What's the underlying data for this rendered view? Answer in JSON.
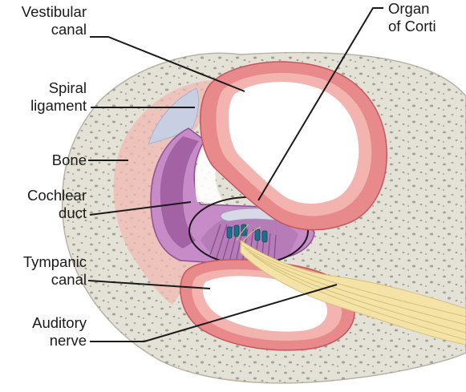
{
  "labels": {
    "vestibular_canal": [
      "Vestibular",
      "canal"
    ],
    "spiral_ligament": [
      "Spiral",
      "ligament"
    ],
    "bone": [
      "Bone"
    ],
    "cochlear_duct": [
      "Cochlear",
      "duct"
    ],
    "tympanic_canal": [
      "Tympanic",
      "canal"
    ],
    "auditory_nerve": [
      "Auditory",
      "nerve"
    ],
    "organ_of_corti": [
      "Organ",
      "of Corti"
    ]
  },
  "colors": {
    "bone": "#e4e2d6",
    "bone_pore": "#8f8b7f",
    "canal_wall": "#e88a8c",
    "canal_wall_inner": "#f3b4b0",
    "canal_space": "#ffffff",
    "cochlear_duct": "#c78cc8",
    "cochlear_duct_dark": "#9b5a9e",
    "spiral_ligament": "#c9cfe3",
    "tectorial": "#d8d8e8",
    "hair_cell": "#1f6e8c",
    "nerve": "#f4e2a6",
    "leader_line": "#1a1a1a"
  }
}
